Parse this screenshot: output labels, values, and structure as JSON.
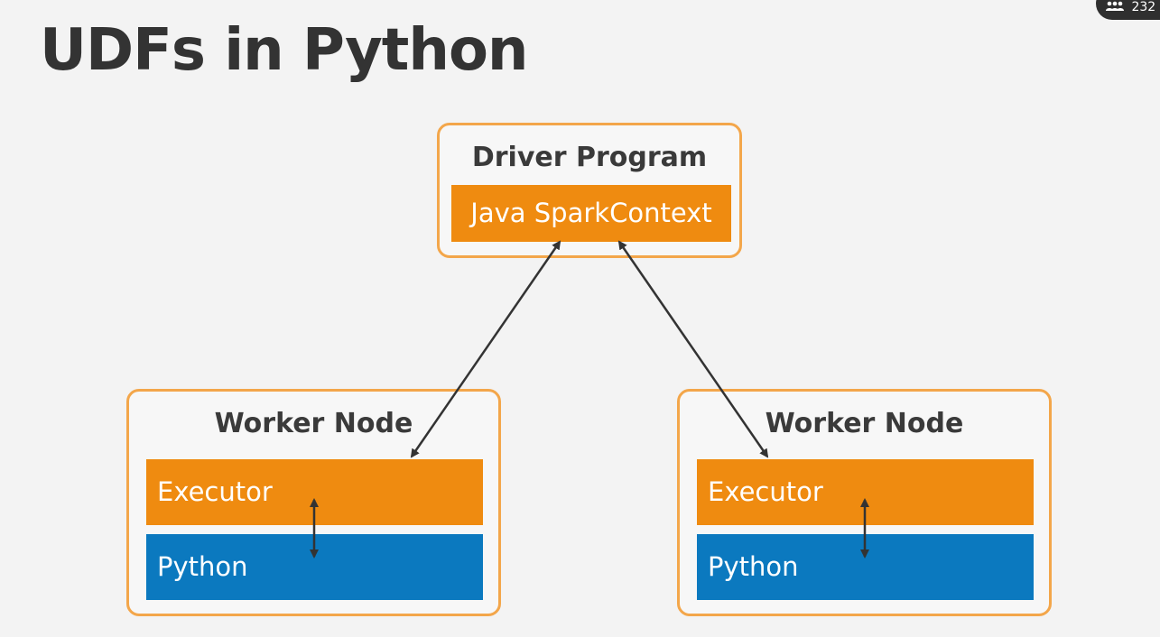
{
  "slide": {
    "title": "UDFs in Python"
  },
  "overlay": {
    "participant_count": "232",
    "icon": "people-icon"
  },
  "driver": {
    "title": "Driver Program",
    "context_label": "Java SparkContext"
  },
  "workers": [
    {
      "title": "Worker Node",
      "executor_label": "Executor",
      "python_label": "Python"
    },
    {
      "title": "Worker Node",
      "executor_label": "Executor",
      "python_label": "Python"
    }
  ],
  "colors": {
    "orange": "#ef8b10",
    "blue": "#0b79bf",
    "border": "#f3a64a",
    "text": "#333333"
  }
}
